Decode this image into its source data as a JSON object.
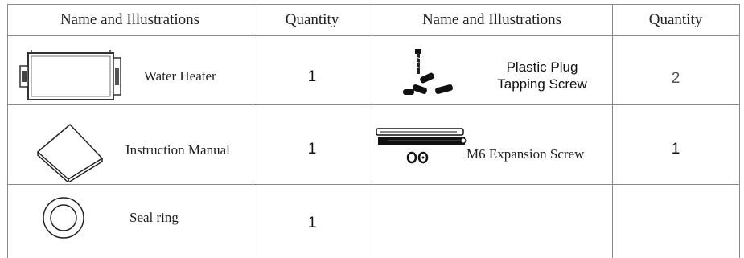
{
  "table": {
    "headers": [
      "Name and Illustrations",
      "Quantity",
      "Name and Illustrations",
      "Quantity"
    ],
    "rows": [
      {
        "left_name": "Water Heater",
        "left_icon": "water-heater-icon",
        "left_qty": "1",
        "right_name_line1": "Plastic Plug",
        "right_name_line2": "Tapping Screw",
        "right_icon": "plastic-plug-screw-icon",
        "right_qty": "2"
      },
      {
        "left_name": "Instruction Manual",
        "left_icon": "instruction-manual-icon",
        "left_qty": "1",
        "right_name": "M6 Expansion Screw",
        "right_icon": "expansion-screw-icon",
        "right_qty": "1"
      },
      {
        "left_name": "Seal ring",
        "left_icon": "seal-ring-icon",
        "left_qty": "1",
        "right_name": "",
        "right_qty": ""
      }
    ]
  }
}
